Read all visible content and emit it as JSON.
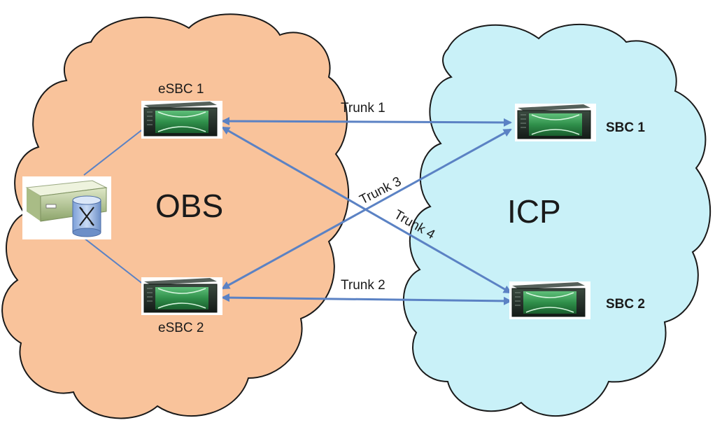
{
  "clouds": {
    "left": {
      "label": "OBS",
      "fill": "#f9c39b",
      "stroke": "#1a1a1a"
    },
    "right": {
      "label": "ICP",
      "fill": "#c9f1f8",
      "stroke": "#1a1a1a"
    }
  },
  "nodes": {
    "esbc1": {
      "label": "eSBC 1"
    },
    "esbc2": {
      "label": "eSBC 2"
    },
    "sbc1": {
      "label": "SBC 1"
    },
    "sbc2": {
      "label": "SBC 2"
    },
    "server": {
      "icon": "database-server-icon"
    }
  },
  "trunks": {
    "t1": {
      "label": "Trunk 1"
    },
    "t2": {
      "label": "Trunk 2"
    },
    "t3": {
      "label": "Trunk 3"
    },
    "t4": {
      "label": "Trunk 4"
    }
  },
  "colors": {
    "trunk_line": "#5b82c4",
    "link_line": "#5b82c4",
    "device_green": "#2f8f4a",
    "device_dark": "#1f2a24"
  }
}
